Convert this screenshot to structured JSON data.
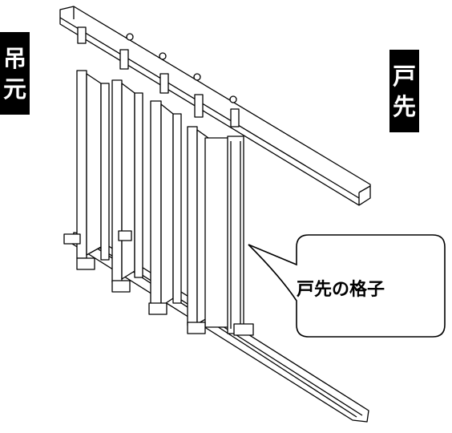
{
  "labels": {
    "left": [
      "吊",
      "元"
    ],
    "right": [
      "戸",
      "先"
    ]
  },
  "callout": {
    "text": "戸先の格子"
  },
  "colors": {
    "line": "#000000",
    "fill": "#ffffff",
    "label_bg": "#000000",
    "label_text": "#ffffff"
  }
}
